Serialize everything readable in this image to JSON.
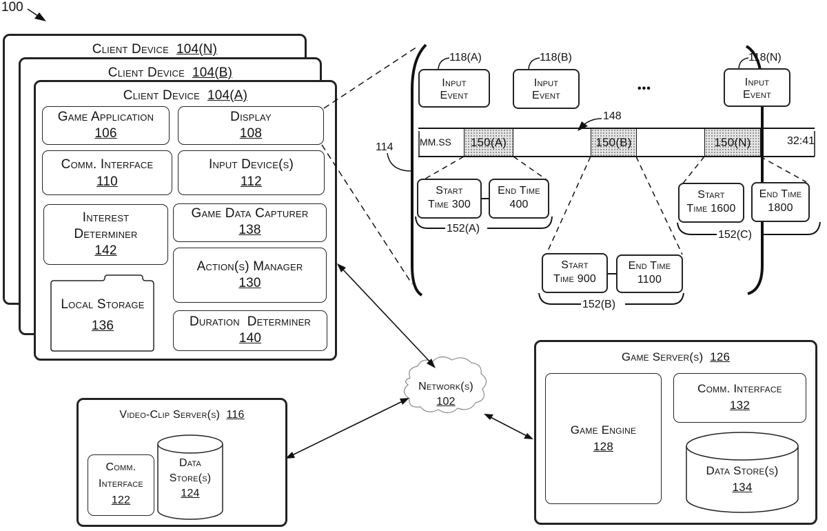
{
  "figure_ref": "100",
  "client_devices": {
    "back": {
      "title": "Client Device",
      "ref": "104(N)"
    },
    "middle": {
      "title": "Client Device",
      "ref": "104(B)"
    },
    "front": {
      "title": "Client Device",
      "ref": "104(A)",
      "components": {
        "game_application": {
          "label": "Game Application",
          "ref": "106"
        },
        "display": {
          "label": "Display",
          "ref": "108"
        },
        "comm_interface": {
          "label": "Comm. Interface",
          "ref": "110"
        },
        "input_devices": {
          "label": "Input Device(s)",
          "ref": "112"
        },
        "interest_determiner": {
          "label_line1": "Interest",
          "label_line2": "Determiner",
          "ref": "142"
        },
        "game_data_capturer": {
          "label": "Game Data Capturer",
          "ref": "138"
        },
        "actions_manager": {
          "label": "Action(s) Manager",
          "ref": "130"
        },
        "local_storage": {
          "label": "Local Storage",
          "ref": "136"
        },
        "duration_determiner": {
          "label": "Duration  Determiner",
          "ref": "140"
        }
      }
    }
  },
  "display_detail": {
    "ref": "114",
    "input_events": [
      {
        "ref": "118(A)",
        "line1": "Input",
        "line2": "Event"
      },
      {
        "ref": "118(B)",
        "line1": "Input",
        "line2": "Event"
      },
      {
        "ref": "118(N)",
        "line1": "Input",
        "line2": "Event"
      }
    ],
    "ellipsis": "•••",
    "timeline": {
      "ref": "148",
      "start_label": "MM.SS",
      "end_label": "32:41",
      "segments": [
        "150(A)",
        "150(B)",
        "150(N)"
      ]
    },
    "clip_ranges": [
      {
        "ref": "152(A)",
        "start_line1": "Start",
        "start_line2": "Time 300",
        "end_line1": "End Time",
        "end_line2": "400"
      },
      {
        "ref": "152(B)",
        "start_line1": "Start",
        "start_line2": "Time 900",
        "end_line1": "End Time",
        "end_line2": "1100"
      },
      {
        "ref": "152(C)",
        "start_line1": "Start",
        "start_line2": "Time 1600",
        "end_line1": "End Time",
        "end_line2": "1800"
      }
    ]
  },
  "network": {
    "label": "Network(s)",
    "ref": "102"
  },
  "video_clip_server": {
    "title": "Video-Clip Server(s)",
    "ref": "116",
    "comm_interface": {
      "line1": "Comm.",
      "line2": "Interface",
      "ref": "122"
    },
    "data_store": {
      "line1": "Data",
      "line2": "Store(s)",
      "ref": "124"
    }
  },
  "game_server": {
    "title": "Game Server(s)",
    "ref": "126",
    "game_engine": {
      "label": "Game Engine",
      "ref": "128"
    },
    "comm_interface": {
      "label": "Comm. Interface",
      "ref": "132"
    },
    "data_store": {
      "label": "Data Store(s)",
      "ref": "134"
    }
  }
}
